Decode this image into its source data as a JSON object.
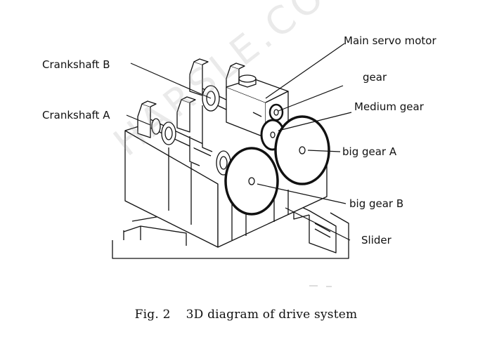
{
  "labels": {
    "main_servo_motor": "Main servo motor",
    "gear": "gear",
    "medium_gear": "Medium gear",
    "crankshaft_b": "Crankshaft  B",
    "crankshaft_a": "Crankshaft  A",
    "big_gear_a": "big gear A",
    "big_gear_b": "big gear B",
    "slider": "Slider"
  },
  "caption": {
    "fig_num": "Fig. 2",
    "text": "3D diagram of drive system"
  },
  "watermark": "HARSLE.COM",
  "colors": {
    "line": "#111111",
    "background": "#ffffff"
  }
}
